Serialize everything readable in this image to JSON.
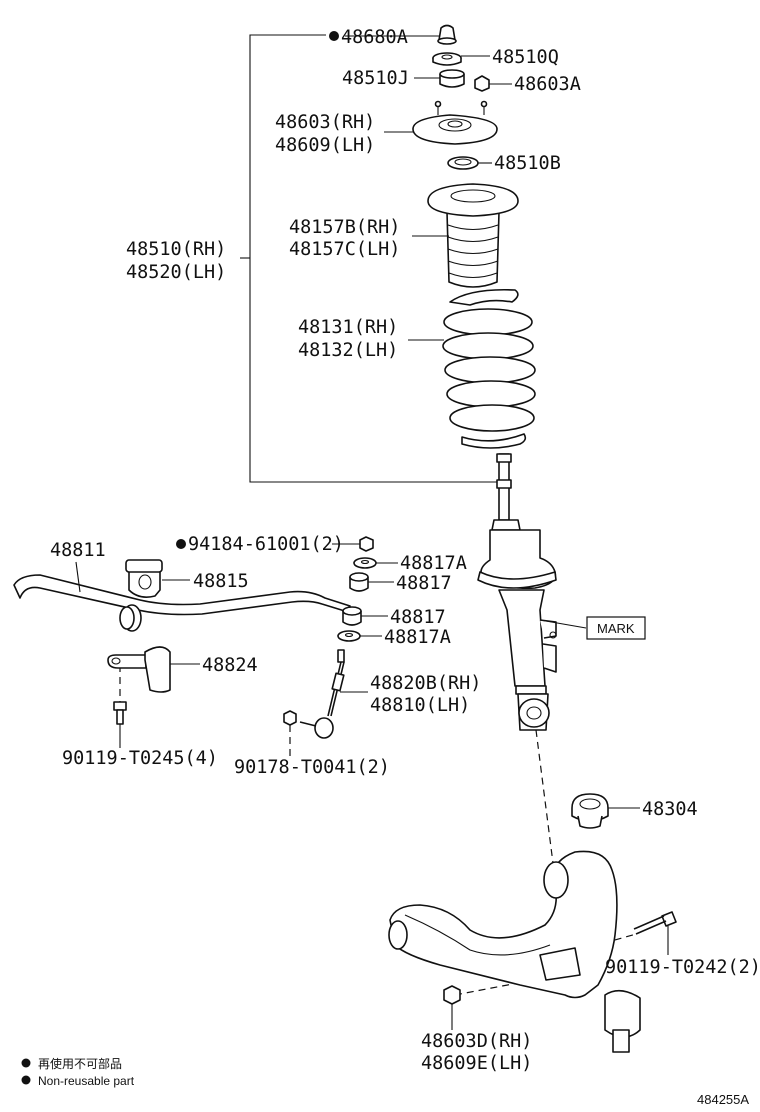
{
  "labels": {
    "p48680A": "48680A",
    "p48510Q": "48510Q",
    "p48510J": "48510J",
    "p48603A": "48603A",
    "p48603": "48603(RH)",
    "p48609": "48609(LH)",
    "p48510B": "48510B",
    "p48157B": "48157B(RH)",
    "p48157C": "48157C(LH)",
    "p48510": "48510(RH)",
    "p48520": "48520(LH)",
    "p48131": "48131(RH)",
    "p48132": "48132(LH)",
    "p48811": "48811",
    "p94184": "94184-61001(2)",
    "p48817A_top": "48817A",
    "p48817_top": "48817",
    "p48815": "48815",
    "p48817_bot": "48817",
    "p48817A_bot": "48817A",
    "p48824": "48824",
    "p48820B": "48820B(RH)",
    "p48810": "48810(LH)",
    "p90119_T0245": "90119-T0245(4)",
    "p90178": "90178-T0041(2)",
    "mark": "MARK",
    "p48304": "48304",
    "p90119_T0242": "90119-T0242(2)",
    "p48603D": "48603D(RH)",
    "p48609E": "48609E(LH)"
  },
  "legend": {
    "jp": "再使用不可部品",
    "en": "Non-reusable part"
  },
  "ref_code": "484255A"
}
